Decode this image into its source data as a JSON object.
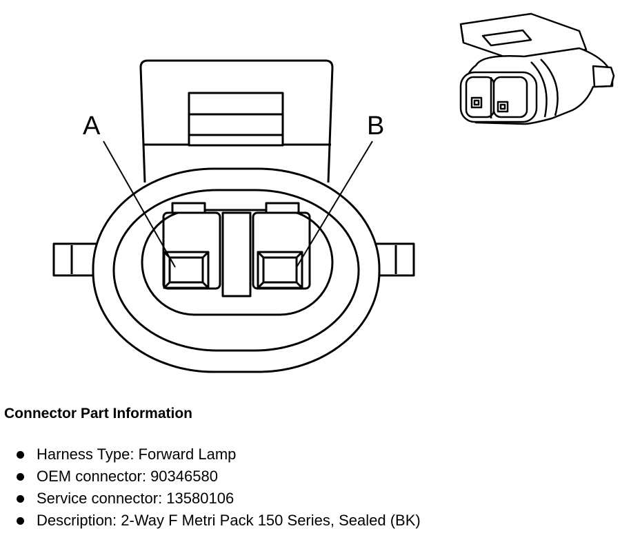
{
  "pin_labels": [
    "A",
    "B"
  ],
  "info": {
    "title": "Connector Part Information",
    "items": [
      "Harness Type: Forward Lamp",
      "OEM connector: 90346580",
      "Service connector: 13580106",
      "Description: 2-Way F Metri Pack 150 Series, Sealed (BK)"
    ]
  }
}
